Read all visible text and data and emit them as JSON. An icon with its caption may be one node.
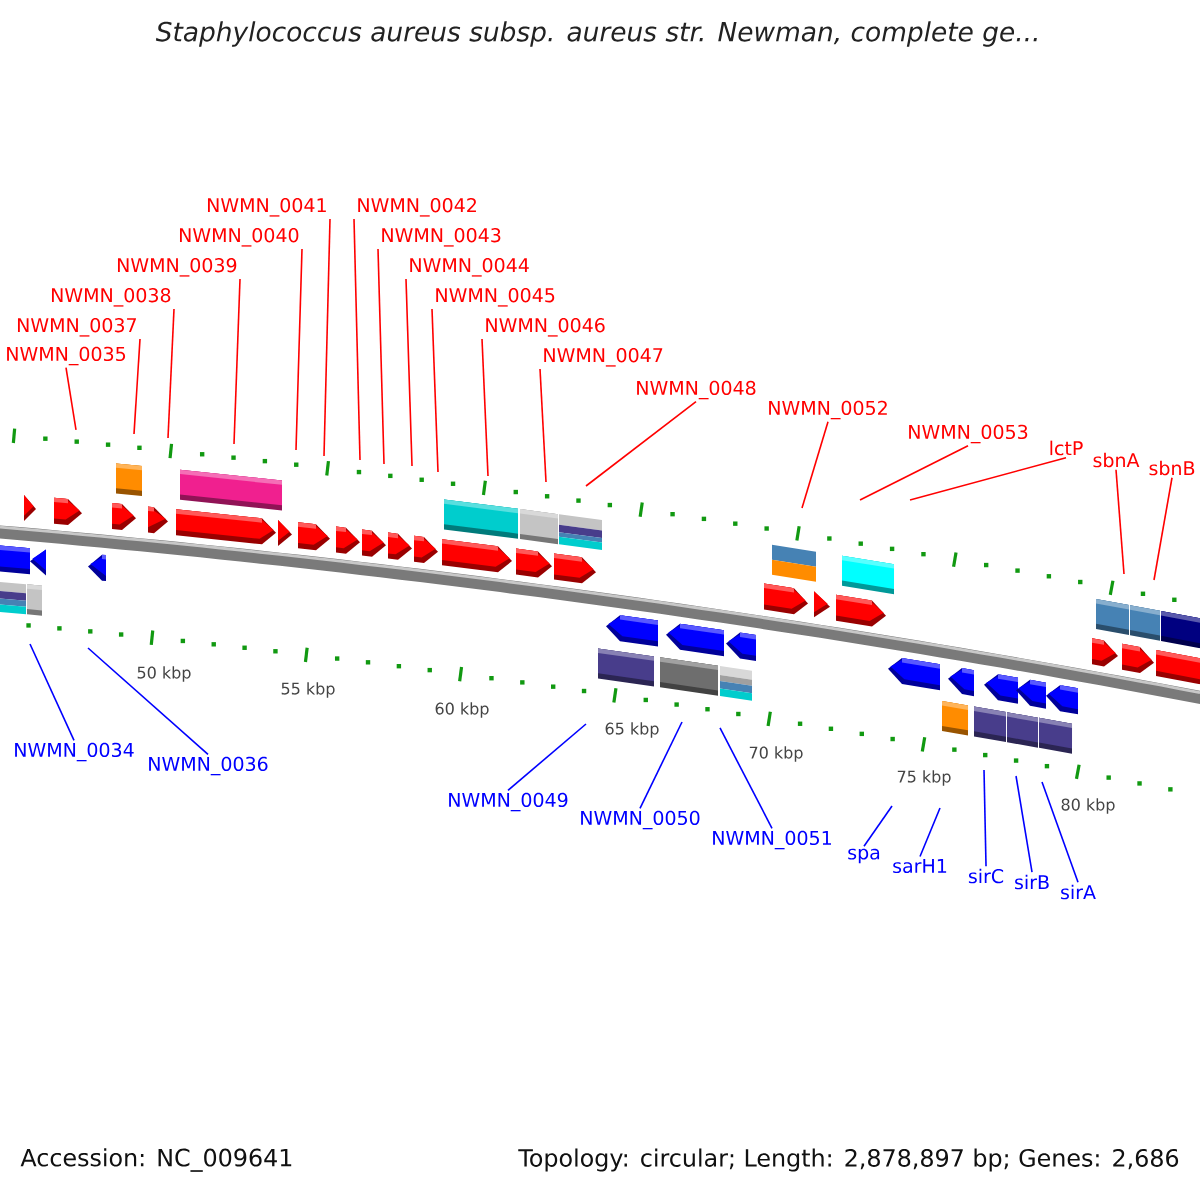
{
  "diagram": {
    "title": "Staphylococcus aureus subsp. aureus str. Newman, complete ge...",
    "nodes": [
      {
        "text": [
          "NWMN_0035"
        ]
      },
      {
        "text": [
          "NWMN_0037"
        ]
      },
      {
        "text": [
          "NWMN_0038"
        ]
      },
      {
        "text": [
          "NWMN_0039"
        ]
      },
      {
        "text": [
          "NWMN_0040"
        ]
      },
      {
        "text": [
          "NWMN_0041"
        ]
      },
      {
        "text": [
          "NWMN_0042"
        ]
      },
      {
        "text": [
          "NWMN_0043"
        ]
      },
      {
        "text": [
          "NWMN_0044"
        ]
      },
      {
        "text": [
          "NWMN_0045"
        ]
      },
      {
        "text": [
          "NWMN_0046"
        ]
      },
      {
        "text": [
          "NWMN_0047"
        ]
      },
      {
        "text": [
          "NWMN_0048"
        ]
      },
      {
        "text": [
          "NWMN_0052"
        ]
      },
      {
        "text": [
          "NWMN_0053"
        ]
      },
      {
        "text": [
          "lctP"
        ]
      },
      {
        "text": [
          "sbnA"
        ]
      },
      {
        "text": [
          "sbnB"
        ]
      },
      {
        "text": [
          "NWMN_0034"
        ]
      },
      {
        "text": [
          "NWMN_0036"
        ]
      },
      {
        "text": [
          "NWMN_0049"
        ]
      },
      {
        "text": [
          "NWMN_0050"
        ]
      },
      {
        "text": [
          "NWMN_0051"
        ]
      },
      {
        "text": [
          "spa"
        ]
      },
      {
        "text": [
          "sarH1"
        ]
      },
      {
        "text": [
          "sirC"
        ]
      },
      {
        "text": [
          "sirB"
        ]
      },
      {
        "text": [
          "sirA"
        ]
      }
    ],
    "edges": [
      {
        "from": 0,
        "to": null,
        "arrow": "none"
      },
      {
        "from": 1,
        "to": null,
        "arrow": "none"
      },
      {
        "from": 2,
        "to": null,
        "arrow": "none"
      },
      {
        "from": 3,
        "to": null,
        "arrow": "none"
      },
      {
        "from": 4,
        "to": null,
        "arrow": "none"
      },
      {
        "from": 5,
        "to": null,
        "arrow": "none"
      },
      {
        "from": 6,
        "to": null,
        "arrow": "none"
      },
      {
        "from": 7,
        "to": null,
        "arrow": "none"
      },
      {
        "from": 8,
        "to": null,
        "arrow": "none"
      },
      {
        "from": 9,
        "to": null,
        "arrow": "none"
      },
      {
        "from": 10,
        "to": null,
        "arrow": "none"
      },
      {
        "from": 11,
        "to": null,
        "arrow": "none"
      },
      {
        "from": 12,
        "to": null,
        "arrow": "none"
      },
      {
        "from": 13,
        "to": null,
        "arrow": "none"
      },
      {
        "from": 14,
        "to": null,
        "arrow": "none"
      },
      {
        "from": 15,
        "to": null,
        "arrow": "none"
      },
      {
        "from": 16,
        "to": null,
        "arrow": "none"
      },
      {
        "from": 17,
        "to": null,
        "arrow": "none"
      },
      {
        "from": 18,
        "to": null,
        "arrow": "none",
        "color": "#0000ff"
      },
      {
        "from": 19,
        "to": null,
        "arrow": "none",
        "color": "#0000ff"
      },
      {
        "from": 20,
        "to": null,
        "arrow": "none",
        "color": "#0000ff"
      },
      {
        "from": 21,
        "to": null,
        "arrow": "none",
        "color": "#0000ff"
      },
      {
        "from": 22,
        "to": null,
        "arrow": "none",
        "color": "#0000ff"
      },
      {
        "from": 23,
        "to": null,
        "arrow": "none",
        "color": "#0000ff"
      },
      {
        "from": 24,
        "to": null,
        "arrow": "none",
        "color": "#0000ff"
      },
      {
        "from": 25,
        "to": null,
        "arrow": "none",
        "color": "#0000ff"
      },
      {
        "from": 26,
        "to": null,
        "arrow": "none",
        "color": "#0000ff"
      },
      {
        "from": 27,
        "to": null,
        "arrow": "none",
        "color": "#0000ff"
      }
    ],
    "labels": [
      "50 kbp",
      "55 kbp",
      "60 kbp",
      "65 kbp",
      "70 kbp",
      "75 kbp",
      "80 kbp",
      "Accession: NC_009641",
      "Topology: circular; Length: 2,878,897 bp; Genes: 2,686"
    ]
  }
}
